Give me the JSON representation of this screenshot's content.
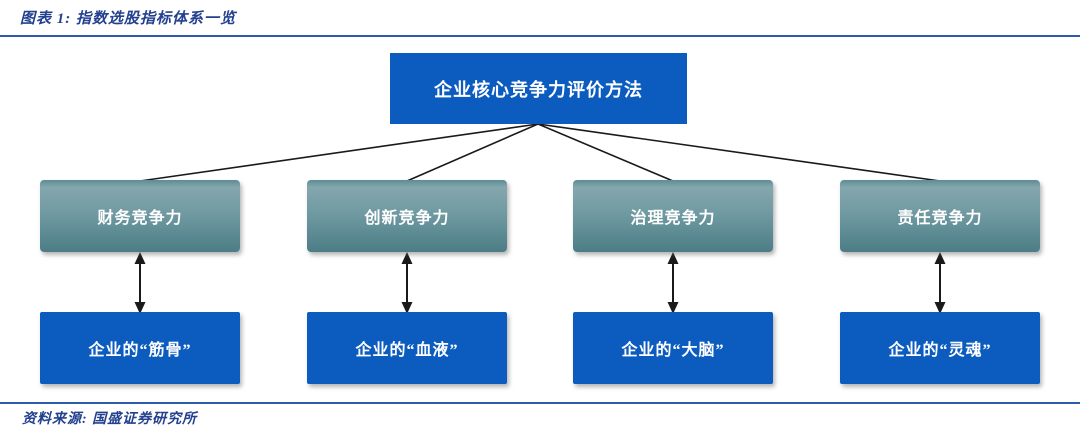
{
  "figure": {
    "title": "图表 1: 指数选股指标体系一览",
    "source": "资料来源: 国盛证券研究所"
  },
  "colors": {
    "blue": "#0C5CC0",
    "teal_top": "#84A7AD",
    "teal_bottom": "#4C7D86",
    "teal_edge": "#5D8B94",
    "ink": "#24418F",
    "rule": "#2E5CAD",
    "line": "#1A1A1A"
  },
  "diagram": {
    "root": {
      "label": "企业核心竞争力评价方法"
    },
    "branches": [
      {
        "category": "财务竞争力",
        "description": "企业的“筋骨”"
      },
      {
        "category": "创新竞争力",
        "description": "企业的“血液”"
      },
      {
        "category": "治理竞争力",
        "description": "企业的“大脑”"
      },
      {
        "category": "责任竞争力",
        "description": "企业的“灵魂”"
      }
    ]
  }
}
